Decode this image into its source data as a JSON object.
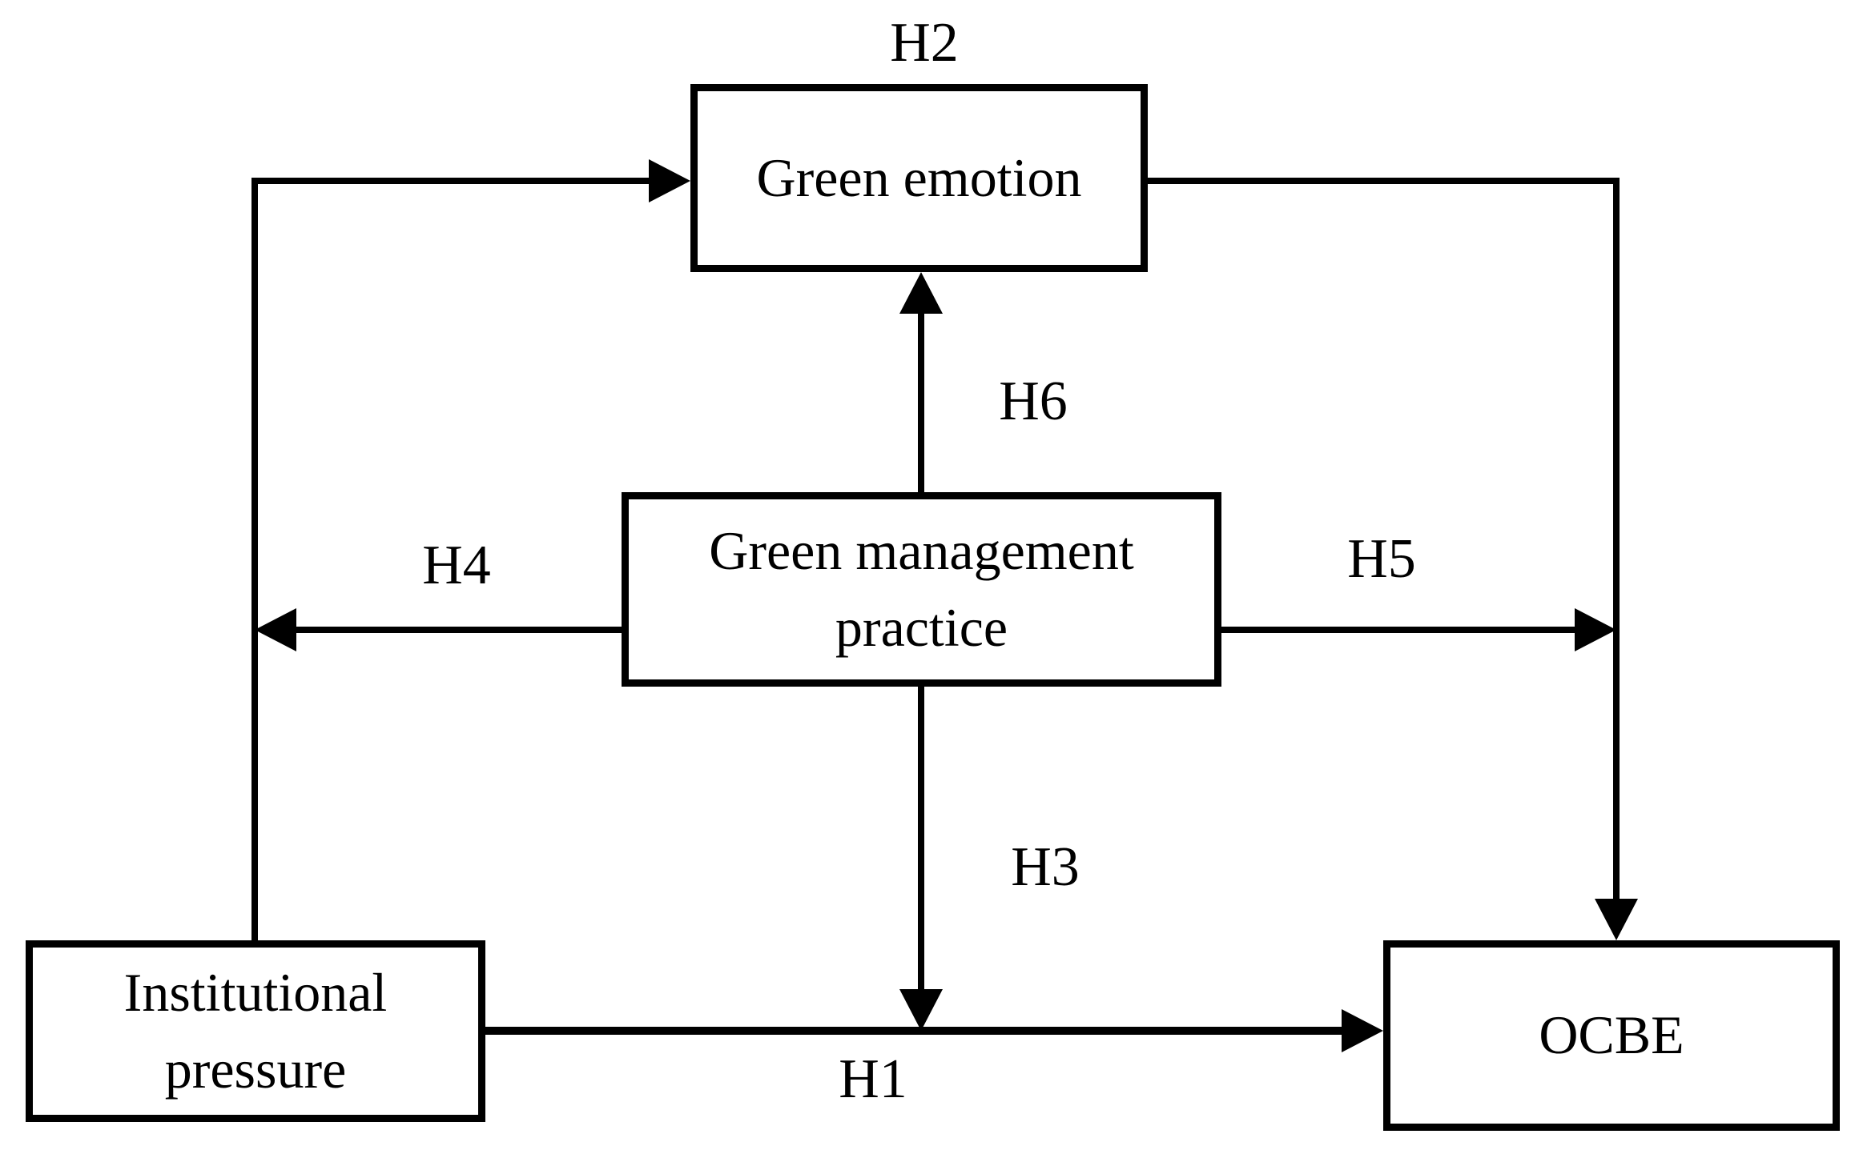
{
  "figure": {
    "type": "research-model-diagram",
    "background_color": "#ffffff",
    "line_color": "#000000",
    "box_fill_color": "#ffffff",
    "text_color": "#000000"
  },
  "nodes": {
    "green_emotion": {
      "label": "Green emotion"
    },
    "green_management_practice": {
      "line1": "Green management",
      "line2": "practice"
    },
    "institutional_pressure": {
      "line1": "Institutional",
      "line2": "pressure"
    },
    "ocbe": {
      "label": "OCBE"
    }
  },
  "hypothesis_labels": {
    "h1": "H1",
    "h2": "H2",
    "h3": "H3",
    "h4": "H4",
    "h5": "H5",
    "h6": "H6"
  },
  "edges": [
    {
      "label": "H2",
      "from": "institutional_pressure",
      "to": "green_emotion",
      "arrowhead": "into green_emotion left edge",
      "label_position": "above green_emotion box"
    },
    {
      "label": "",
      "from": "green_emotion",
      "to": "ocbe",
      "arrowhead": "into ocbe top edge",
      "label_position": "none"
    },
    {
      "label": "H1",
      "from": "institutional_pressure",
      "to": "ocbe",
      "arrowhead": "into ocbe left edge",
      "label_position": "below line"
    },
    {
      "label": "H6",
      "from": "green_management_practice",
      "to": "green_emotion",
      "arrowhead": "into green_emotion bottom edge",
      "label_position": "right of line"
    },
    {
      "label": "H4",
      "from": "green_management_practice",
      "to": "path institutional_pressure-green_emotion",
      "arrowhead": "leftward onto vertical path line",
      "label_position": "above line"
    },
    {
      "label": "H5",
      "from": "green_management_practice",
      "to": "path green_emotion-ocbe",
      "arrowhead": "rightward onto vertical path line",
      "label_position": "above line"
    },
    {
      "label": "H3",
      "from": "green_management_practice",
      "to": "path institutional_pressure-ocbe",
      "arrowhead": "downward onto H1 line",
      "label_position": "right of line"
    }
  ]
}
